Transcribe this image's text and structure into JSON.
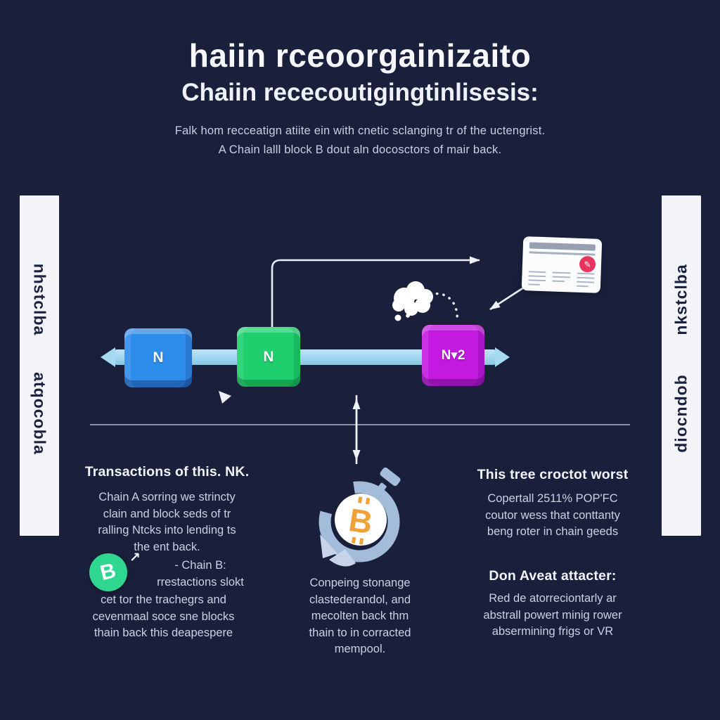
{
  "header": {
    "title": "haiin rceoorgainizaito",
    "subtitle": "Chaiin rececoutigingtinlisesis:",
    "tagline1": "Falk hom recceatign atiite ein with cnetic sclanging tr of the uctengrist.",
    "tagline2": "A Chain lalll block B dout aln docosctors of mair back."
  },
  "sidebar_left": {
    "top": "nhstclba",
    "bottom": "atqocobla"
  },
  "sidebar_right": {
    "top": "nkstclba",
    "bottom": "diocndob"
  },
  "chain": {
    "block1": "N",
    "block2": "N",
    "block3": "N▾2"
  },
  "col_left": {
    "heading": "Transactions of this. NK.",
    "para1": "Chain A sorring we strincty\nclain and block seds of tr\nralling Ntcks into lending ts\nthe ent back.",
    "chainb": "- Chain B:\nrrestactions slokt",
    "para2": "cet tor the trachegrs and\ncevenmaal soce sne blocks\nthain back this deapespere"
  },
  "col_center": {
    "para": "Conpeing stonange\nclastederandol, and\nmecolten back thm\nthain to in corracted\nmempool."
  },
  "col_right": {
    "heading1": "This tree croctot worst",
    "para1": "Copertall 2511% POP'FC\ncoutor wess that conttanty\nbeng roter in chain geeds",
    "heading2": "Don Aveat attacter:",
    "para2": "Red de atorreciontarly ar\nabstrall powert minig rower\nabsermining frigs or VR"
  },
  "icons": {
    "bitcoin_symbol": "B",
    "coin_symbol": "B",
    "coin_arrow": "↗",
    "pencil": "✎"
  },
  "colors": {
    "background": "#1a203c",
    "block_blue": "#2e8ceb",
    "block_green": "#1fce6d",
    "block_purple": "#c31ae0",
    "chain_bar": "#a6d9f2",
    "sidebar_bg": "#f3f4f7",
    "coin_green": "#2fd690",
    "bitcoin_orange": "#f0a23a",
    "badge_red": "#e7355e",
    "stopwatch_blue": "#a3bcd9"
  }
}
